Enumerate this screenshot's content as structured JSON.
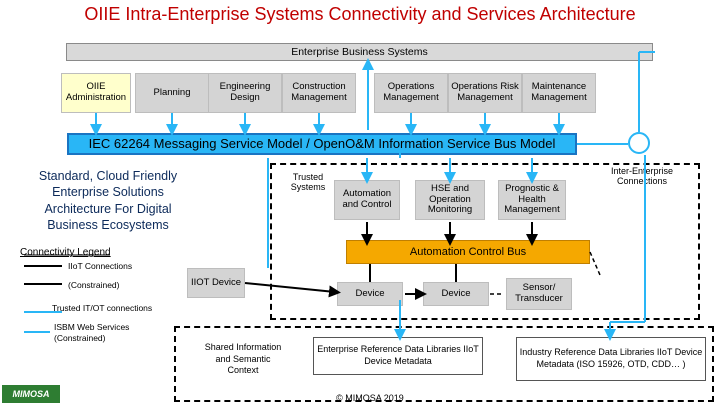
{
  "title": "OIIE Intra-Enterprise Systems Connectivity and Services Architecture",
  "enterprise_business_systems": "Enterprise Business Systems",
  "systems": [
    {
      "label": "OIIE Administration"
    },
    {
      "label": "Planning"
    },
    {
      "label": "Engineering Design"
    },
    {
      "label": "Construction Management"
    },
    {
      "label": "Operations Management"
    },
    {
      "label": "Operations Risk Management"
    },
    {
      "label": "Maintenance Management"
    }
  ],
  "bus_label": "IEC 62264 Messaging Service Model / OpenO&M Information Service Bus Model",
  "inter_enterprise": "Inter-Enterprise Connections",
  "left_heading": "Standard, Cloud Friendly Enterprise Solutions Architecture For Digital Business Ecosystems",
  "trusted_systems": "Trusted Systems",
  "automation_control": "Automation and Control",
  "hse": "HSE and Operation Monitoring",
  "prognostic": "Prognostic & Health Management",
  "automation_control_bus": "Automation Control Bus",
  "connectivity_legend": "Connectivity Legend",
  "legend": {
    "iiot": "IIoT Connections",
    "constrained": "(Constrained)",
    "trusted_it_ot": "Trusted IT/OT connections",
    "isbm": "ISBM Web Services",
    "isbm_constrained": "(Constrained)"
  },
  "iiot_device": "IIOT Device",
  "device1": "Device",
  "device2": "Device",
  "sensor": "Sensor/ Transducer",
  "shared_info": "Shared Information and Semantic Context",
  "enterprise_ref": "Enterprise Reference Data Libraries IIoT Device Metadata",
  "industry_ref": "Industry Reference Data Libraries IIoT Device Metadata (ISO 15926, OTD, CDD… )",
  "copyright": "© MIMOSA 2019",
  "logo_text": "MIMOSA",
  "colors": {
    "title": "#c00000",
    "bus": "#29b6f6",
    "acb": "#f5a800",
    "admin": "#ffffcc"
  }
}
